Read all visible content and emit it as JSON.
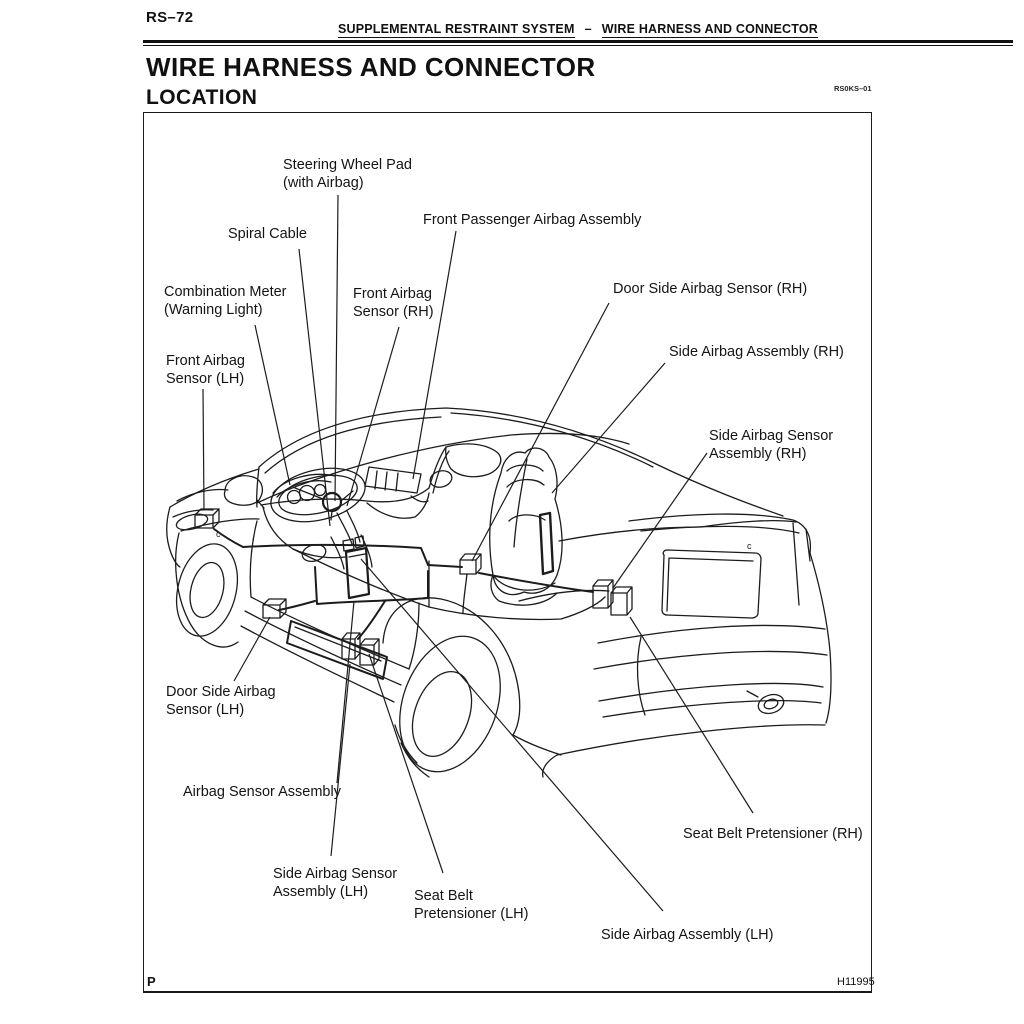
{
  "page": {
    "page_number": "RS–72",
    "running_header": {
      "left": "SUPPLEMENTAL RESTRAINT SYSTEM",
      "separator": "–",
      "right": "WIRE HARNESS AND CONNECTOR"
    },
    "title": "WIRE HARNESS AND CONNECTOR",
    "subtitle": "LOCATION",
    "doc_code": "RS0KS–01",
    "footer": {
      "left": "P",
      "right": "H11995"
    }
  },
  "diagram": {
    "clip_marks": {
      "front": "c",
      "rear": "c"
    },
    "labels": {
      "steering_wheel_pad": {
        "lines": [
          "Steering Wheel Pad",
          "(with Airbag)"
        ]
      },
      "spiral_cable": {
        "lines": [
          "Spiral Cable"
        ]
      },
      "front_passenger_airbag": {
        "lines": [
          "Front Passenger Airbag Assembly"
        ]
      },
      "combination_meter": {
        "lines": [
          "Combination Meter",
          "(Warning Light)"
        ]
      },
      "front_airbag_sensor_rh": {
        "lines": [
          "Front Airbag",
          "Sensor (RH)"
        ]
      },
      "door_side_airbag_sensor_rh": {
        "lines": [
          "Door Side Airbag Sensor (RH)"
        ]
      },
      "side_airbag_assembly_rh": {
        "lines": [
          "Side Airbag Assembly (RH)"
        ]
      },
      "side_airbag_sensor_assembly_rh": {
        "lines": [
          "Side Airbag Sensor",
          "Assembly (RH)"
        ]
      },
      "front_airbag_sensor_lh": {
        "lines": [
          "Front Airbag",
          "Sensor (LH)"
        ]
      },
      "door_side_airbag_sensor_lh": {
        "lines": [
          "Door Side Airbag",
          "Sensor (LH)"
        ]
      },
      "airbag_sensor_assembly": {
        "lines": [
          "Airbag Sensor Assembly"
        ]
      },
      "side_airbag_sensor_assembly_lh": {
        "lines": [
          "Side Airbag Sensor",
          "Assembly (LH)"
        ]
      },
      "seat_belt_pretensioner_lh": {
        "lines": [
          "Seat Belt",
          "Pretensioner (LH)"
        ]
      },
      "side_airbag_assembly_lh": {
        "lines": [
          "Side Airbag Assembly (LH)"
        ]
      },
      "seat_belt_pretensioner_rh": {
        "lines": [
          "Seat Belt Pretensioner (RH)"
        ]
      }
    }
  }
}
